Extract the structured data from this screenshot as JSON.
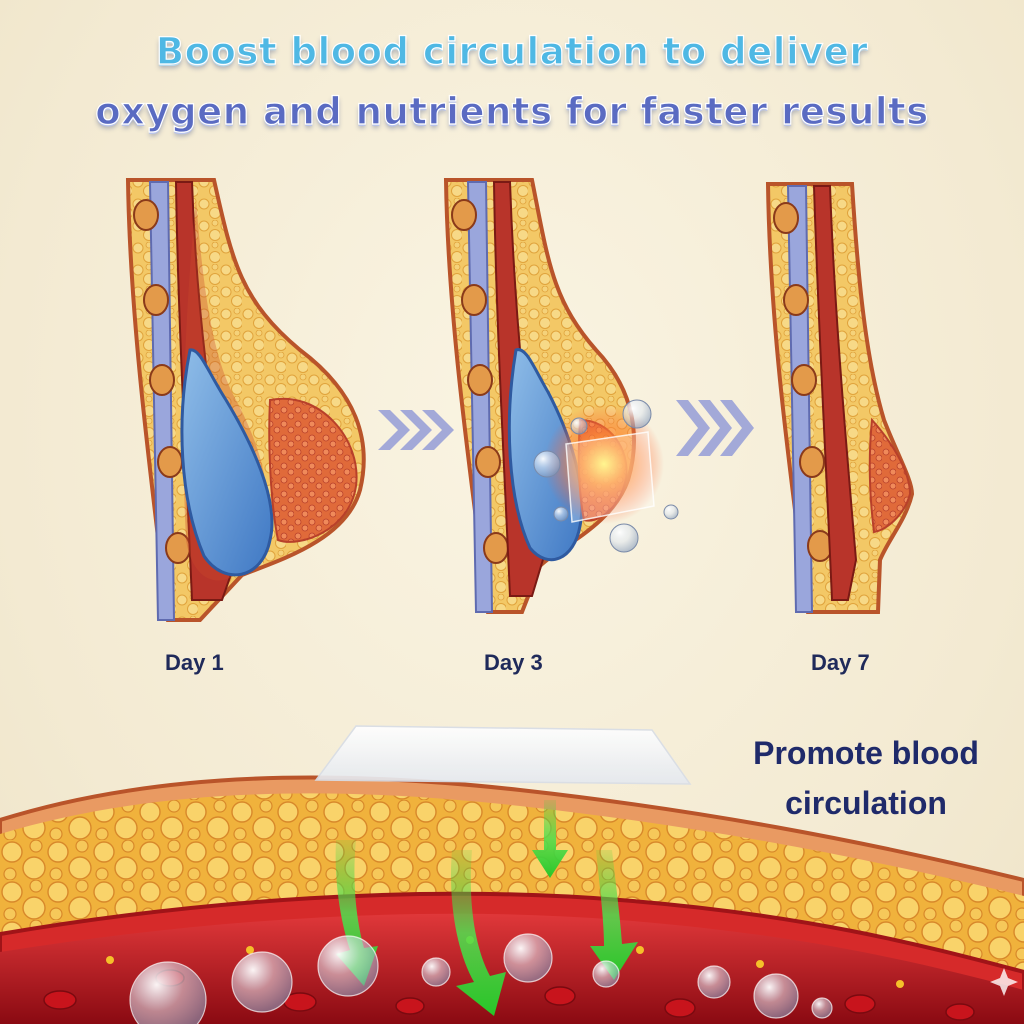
{
  "headline": {
    "line1": "Boost blood circulation to deliver",
    "line2": "oxygen and nutrients for faster results"
  },
  "stages": [
    {
      "label": "Day 1"
    },
    {
      "label": "Day 3"
    },
    {
      "label": "Day 7"
    }
  ],
  "caption": {
    "line1": "Promote blood",
    "line2": "circulation"
  },
  "colors": {
    "skin_outline": "#b9542a",
    "fat": "#f2c35a",
    "muscle": "#b8342a",
    "bone": "#8f9ad8",
    "implant": "#5f9ad8",
    "vessel": "#c0141c",
    "arrow_green": "#3fd23f",
    "chevron": "#9aa2d8",
    "text_dark": "#1f2a5a"
  },
  "icons": [
    "chevron-arrows-icon",
    "green-down-arrow-icon",
    "bubble-icon",
    "patch-icon",
    "sparkle-icon"
  ]
}
